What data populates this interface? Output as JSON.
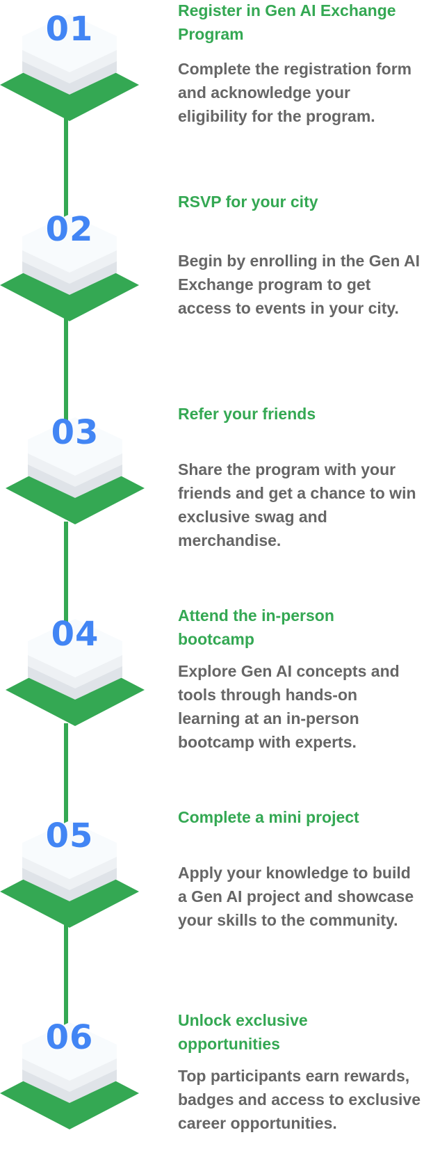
{
  "steps": [
    {
      "number": "01",
      "title": "Register in Gen AI Exchange Program",
      "description": "Complete the registration form and acknowledge your eligibility for the program."
    },
    {
      "number": "02",
      "title": "RSVP for your city",
      "description": "Begin by enrolling in the Gen AI Exchange program to get access to events in your city."
    },
    {
      "number": "03",
      "title": "Refer your friends",
      "description": "Share the program with your friends and get a chance to win exclusive swag and merchandise."
    },
    {
      "number": "04",
      "title": "Attend the in-person bootcamp",
      "description": "Explore Gen AI concepts and tools through hands-on learning at an in-person bootcamp with experts."
    },
    {
      "number": "05",
      "title": "Complete a mini project",
      "description": "Apply your knowledge to build a Gen AI project and showcase your skills to the community."
    },
    {
      "number": "06",
      "title": "Unlock exclusive opportunities",
      "description": "Top participants earn rewards, badges and access to exclusive career opportunities."
    }
  ],
  "colors": {
    "accent_green": "#34a853",
    "number_blue": "#4285f4",
    "body_gray": "#666666",
    "tile_white": "#f8fbfd",
    "tile_shadow": "#dfe3e8"
  },
  "icons": [
    "isometric-tile-icon"
  ]
}
